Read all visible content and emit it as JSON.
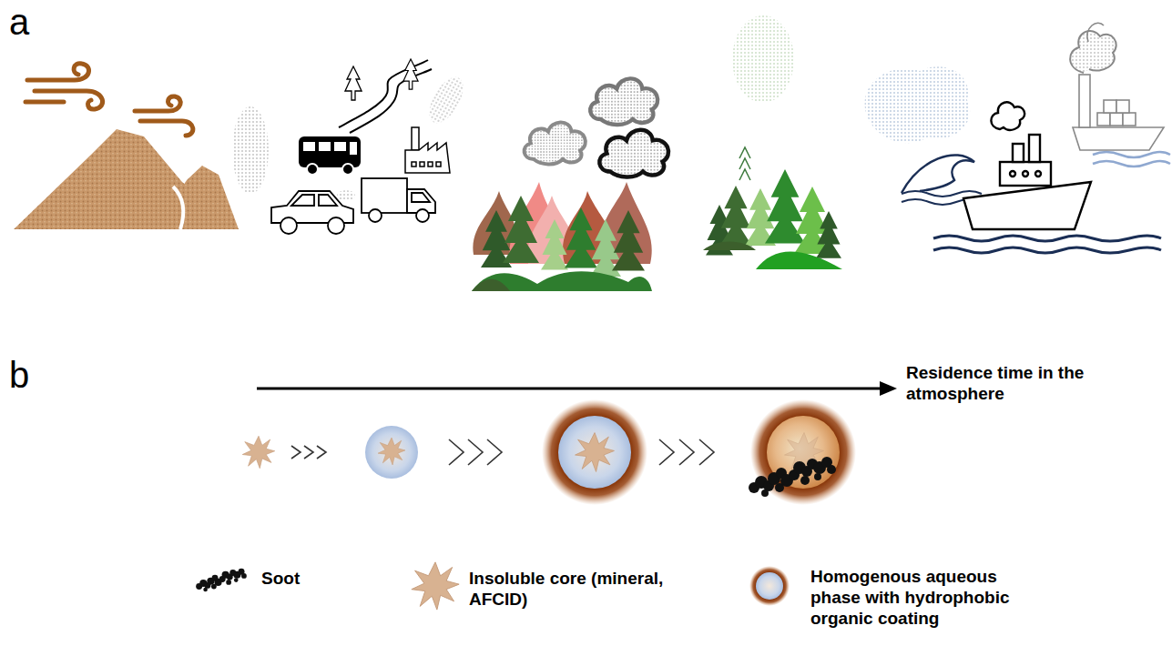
{
  "diagram": {
    "labels": [
      "a",
      "b",
      "Residence time in the atmosphere"
    ],
    "legend": [
      {
        "text": "Soot"
      },
      {
        "text": "Insoluble core (mineral, AFCID)"
      },
      {
        "text": "Homogenous aqueous phase with hydrophobic organic coating"
      }
    ]
  }
}
